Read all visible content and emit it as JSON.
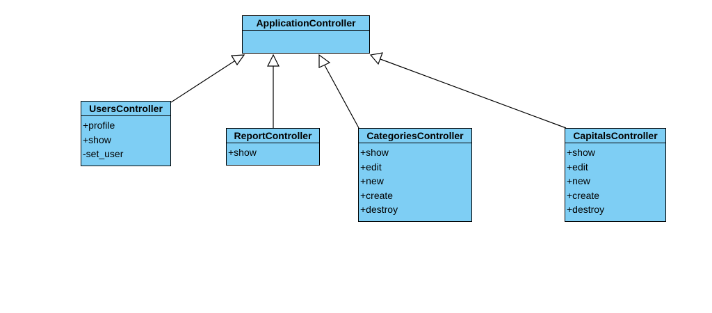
{
  "colors": {
    "class_fill": "#7ecef4",
    "border": "#000000",
    "line": "#000000",
    "arrowhead_fill": "#ffffff"
  },
  "classes": {
    "application": {
      "name": "ApplicationController",
      "members": []
    },
    "users": {
      "name": "UsersController",
      "members": [
        "+profile",
        "+show",
        "-set_user"
      ]
    },
    "report": {
      "name": "ReportController",
      "members": [
        "+show"
      ]
    },
    "categories": {
      "name": "CategoriesController",
      "members": [
        "+show",
        "+edit",
        "+new",
        "+create",
        "+destroy"
      ]
    },
    "capitals": {
      "name": "CapitalsController",
      "members": [
        "+show",
        "+edit",
        "+new",
        "+create",
        "+destroy"
      ]
    }
  },
  "relations": [
    {
      "type": "generalization",
      "from": "UsersController",
      "to": "ApplicationController"
    },
    {
      "type": "generalization",
      "from": "ReportController",
      "to": "ApplicationController"
    },
    {
      "type": "generalization",
      "from": "CategoriesController",
      "to": "ApplicationController"
    },
    {
      "type": "generalization",
      "from": "CapitalsController",
      "to": "ApplicationController"
    }
  ]
}
